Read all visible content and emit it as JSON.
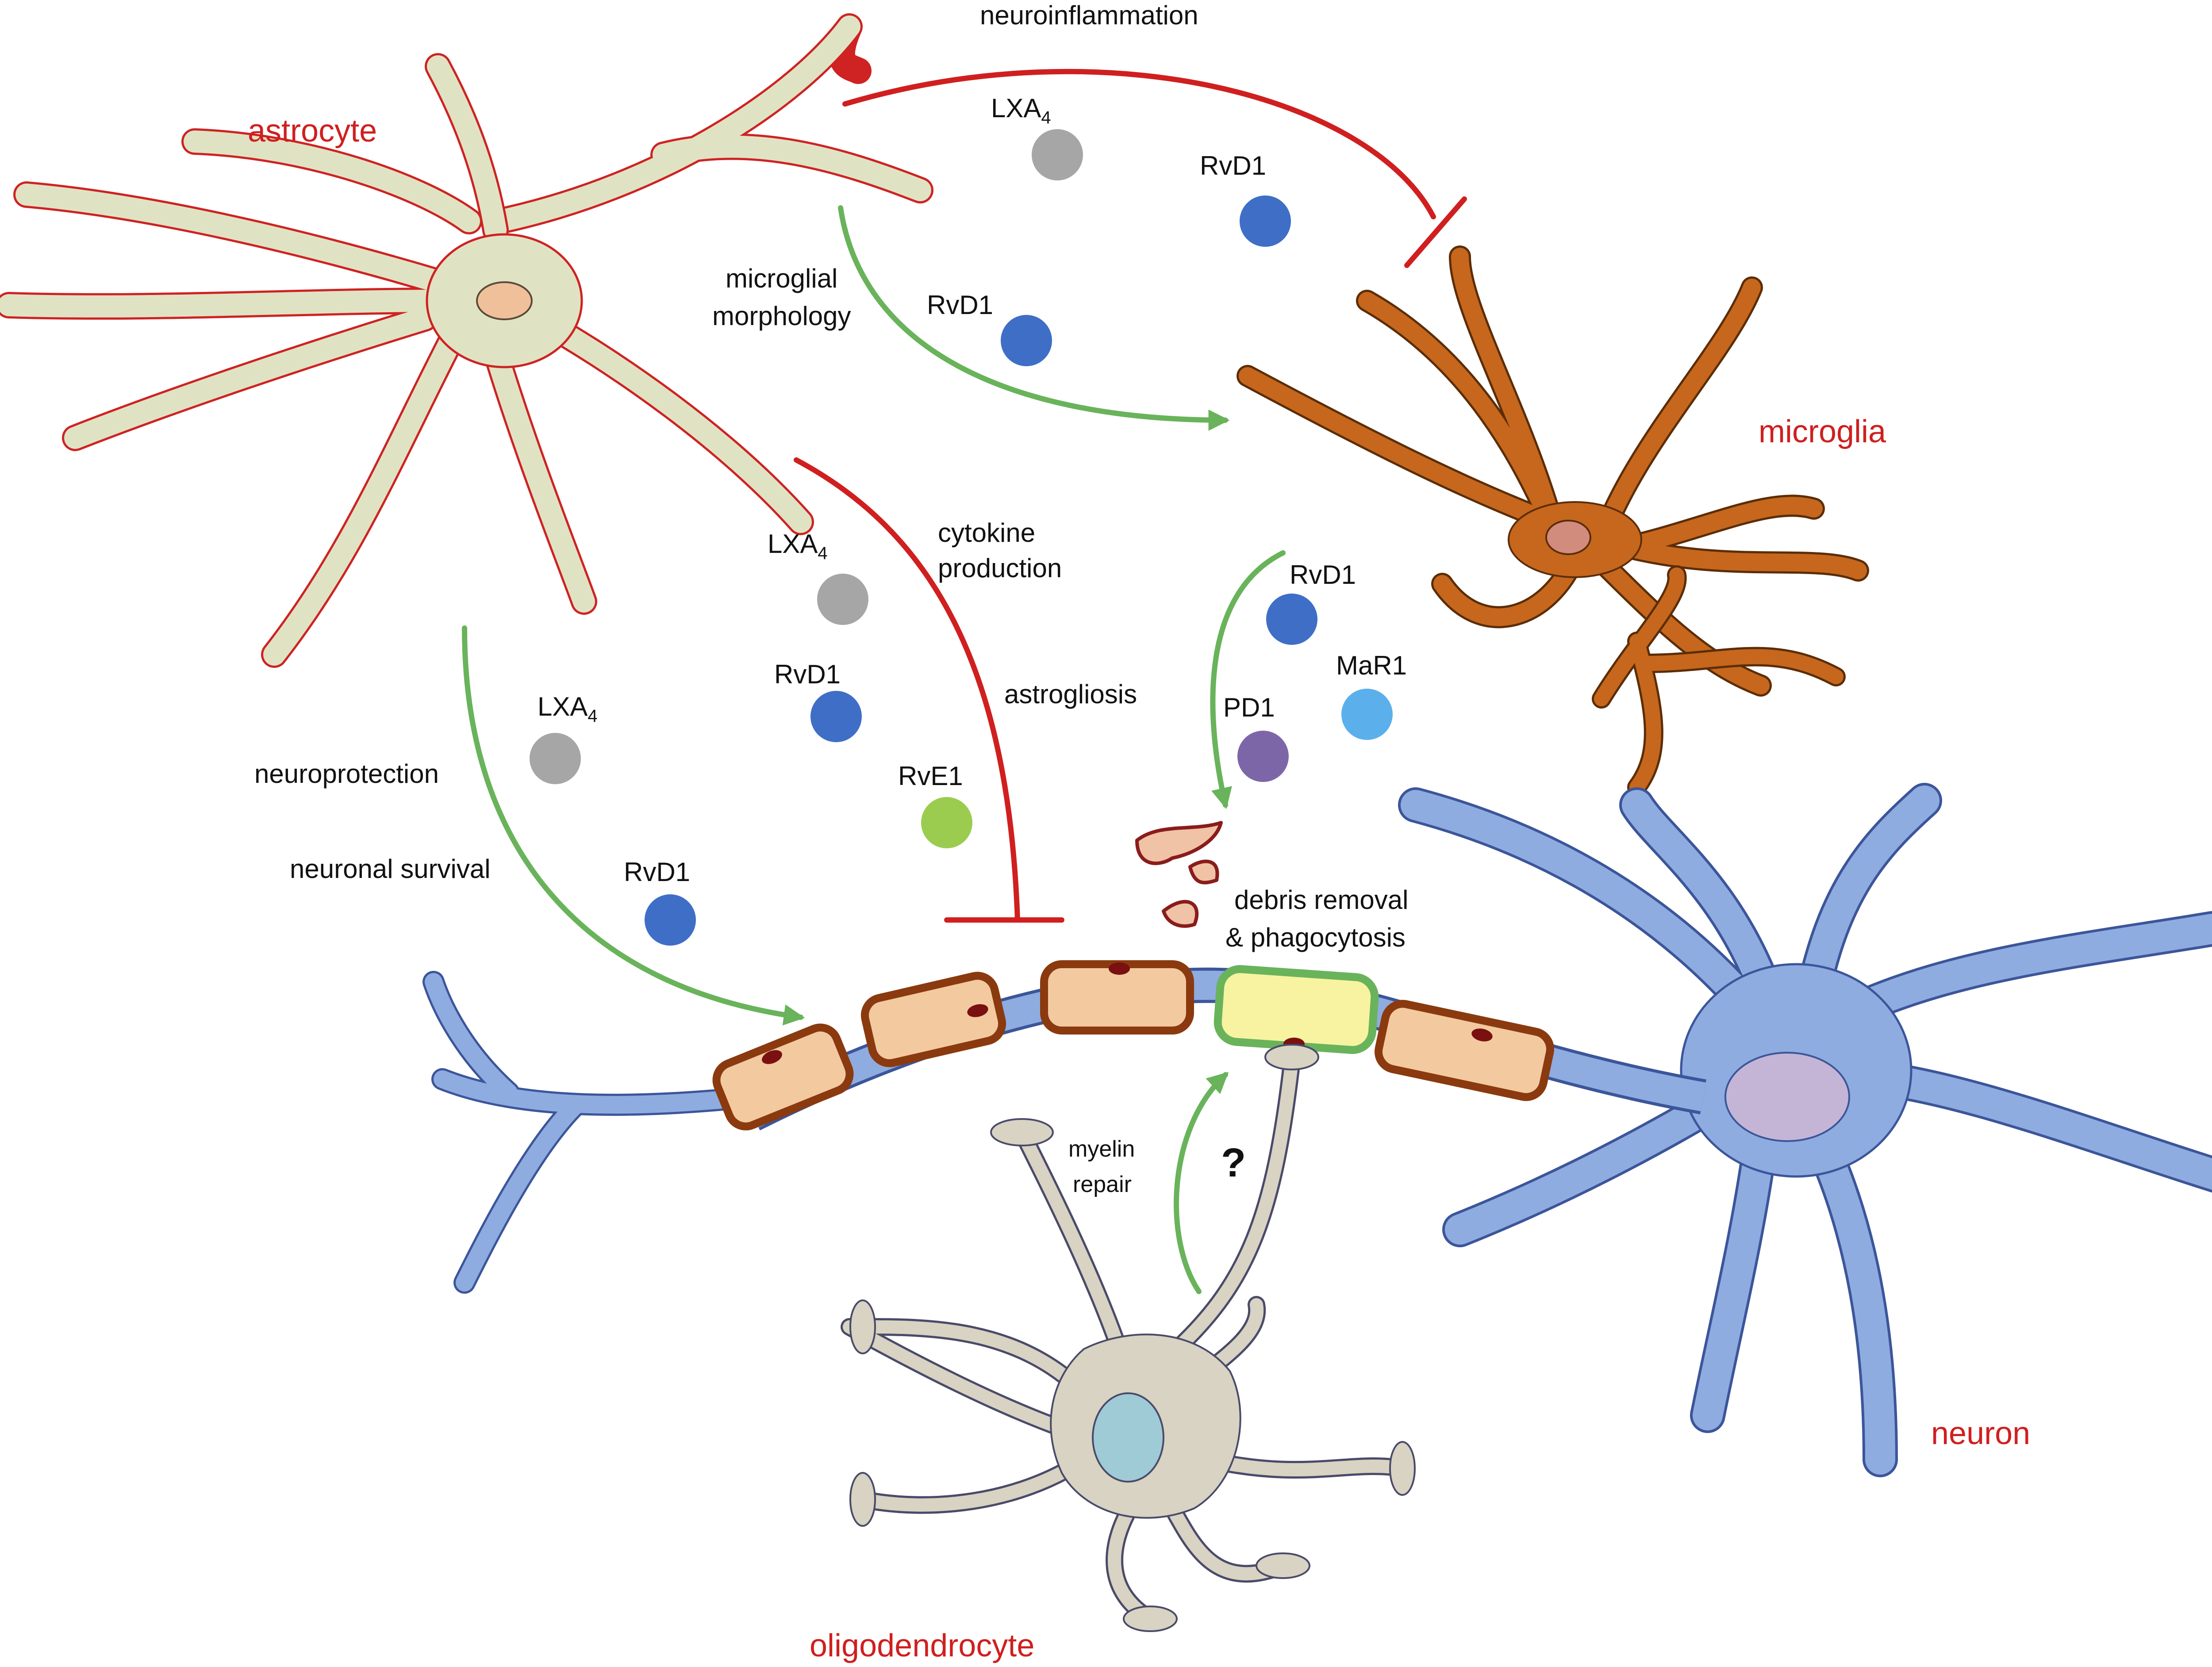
{
  "cells": {
    "astrocyte": "astrocyte",
    "microglia": "microglia",
    "neuron": "neuron",
    "oligodendrocyte": "oligodendrocyte"
  },
  "effects": {
    "neuroinflammation": "neuroinflammation",
    "microglial_line1": "microglial",
    "microglial_line2": "morphology",
    "cytokine_line1": "cytokine",
    "cytokine_line2": "production",
    "astrogliosis": "astrogliosis",
    "neuroprotection": "neuroprotection",
    "neuronal_survival": "neuronal survival",
    "debris_line1": "debris removal",
    "debris_line2": "& phagocytosis",
    "myelin_line1": "myelin",
    "myelin_line2": "repair",
    "unknown": "?"
  },
  "mediators": {
    "top_lxa": {
      "base": "LXA",
      "sub": "4"
    },
    "top_rvd1_right": "RvD1",
    "top_rvd1_left": "RvD1",
    "mid_lxa": {
      "base": "LXA",
      "sub": "4"
    },
    "mid_rvd1": "RvD1",
    "mid_rve1": "RvE1",
    "left_lxa": {
      "base": "LXA",
      "sub": "4"
    },
    "left_rvd1": "RvD1",
    "mg_rvd1": "RvD1",
    "mg_mar1": "MaR1",
    "mg_pd1": "PD1"
  },
  "colors": {
    "lxa4": "#a6a6a6",
    "rvd1": "#3f6ec7",
    "rve1": "#9ccc4f",
    "pd1": "#7d66a8",
    "mar1": "#5bb0ec",
    "inhibit": "#d01f1f",
    "promote": "#69b35b",
    "astrocyte_fill": "#dfe3c4",
    "microglia_fill": "#c6671d",
    "neuron_fill": "#8eace0",
    "oligo_fill": "#d8d3c2",
    "myelin_fill": "#f3c9a0",
    "myelin_border": "#8a3a0e",
    "remyelin_fill": "#f7f3a0"
  }
}
